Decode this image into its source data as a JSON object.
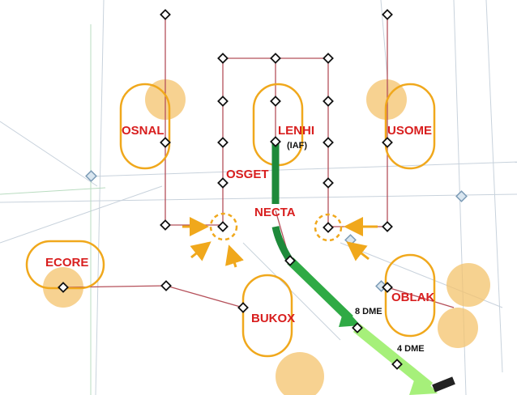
{
  "waypoints": {
    "osnal": "OSNAL",
    "lenhi": "LENHI",
    "lenhi_note": "(IAF)",
    "usome": "USOME",
    "osget": "OSGET",
    "necta": "NECTA",
    "ecore": "ECORE",
    "bukox": "BUKOX",
    "oblak": "OBLAK"
  },
  "distances": {
    "dme8": "8 DME",
    "dme4": "4 DME"
  },
  "colors": {
    "waypoint_label": "#d81e1e",
    "holding_oval": "#f0a81c",
    "circle_fill": "#f4c36c",
    "route_line": "#b5505a",
    "approach_dark": "#1e8a3a",
    "approach_mid": "#2faa45",
    "approach_light": "#a6f07a",
    "arrow": "#f0a81c"
  }
}
